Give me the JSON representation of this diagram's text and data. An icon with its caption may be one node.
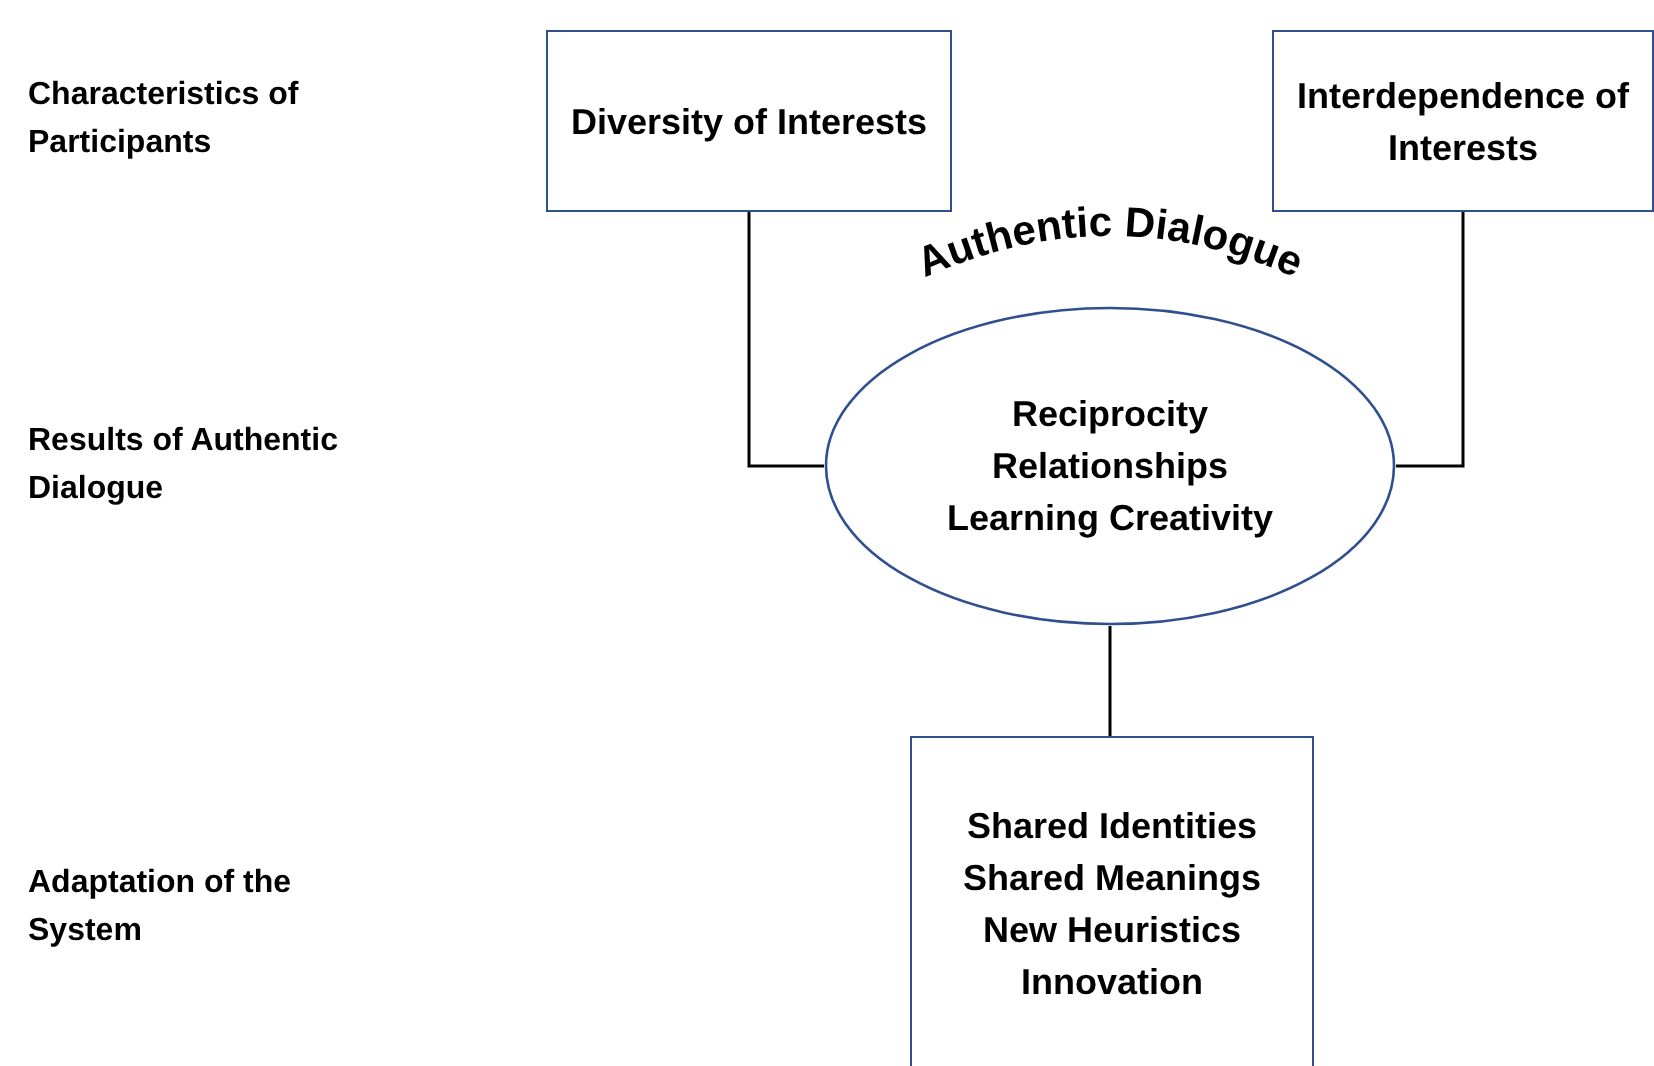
{
  "diagram": {
    "nodes": [
      {
        "text": [
          "Diversity of Interests"
        ]
      },
      {
        "text": [
          "Interdependence of Interests"
        ]
      },
      {
        "text": [
          "Authentic Dialogue",
          "Reciprocity",
          "Relationships",
          "Learning Creativity"
        ]
      },
      {
        "text": [
          "Shared Identities",
          "Shared Meanings",
          "New Heuristics",
          "Innovation"
        ]
      }
    ],
    "edges": [
      {
        "from": 0,
        "to": 2,
        "arrow": "none"
      },
      {
        "from": 1,
        "to": 2,
        "arrow": "none"
      },
      {
        "from": 2,
        "to": 3,
        "arrow": "none"
      }
    ],
    "labels": [
      "Characteristics of Participants",
      "Results of Authentic Dialogue",
      "Adaptation of the System"
    ]
  }
}
